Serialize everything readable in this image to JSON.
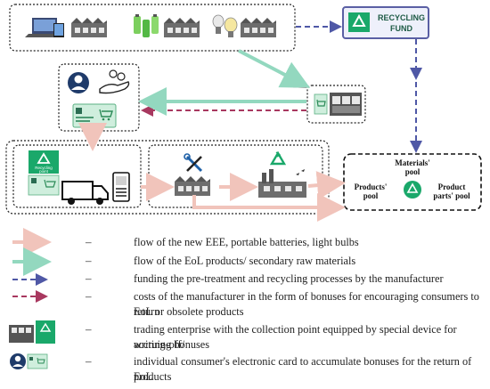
{
  "fund": {
    "line1": "RECYCLING",
    "line2": "FUND"
  },
  "collection_card": {
    "line1": "Recycling",
    "line2": "point"
  },
  "pools": {
    "materials_line1": "Materials'",
    "materials_line2": "pool",
    "products_line1": "Products'",
    "products_line2": "pool",
    "parts_line1": "Product",
    "parts_line2": "parts' pool"
  },
  "legend": {
    "dash": "–",
    "items": [
      {
        "line1": "flow of the new EEE, portable batteries, light bulbs",
        "line2": ""
      },
      {
        "line1": "flow of the EoL products/ secondary raw materials",
        "line2": ""
      },
      {
        "line1": "funding the pre-treatment and recycling processes by the manufacturer",
        "line2": ""
      },
      {
        "line1": "costs of the manufacturer in the form of bonuses for encouraging consumers to return",
        "line2": "EoL or obsolete products"
      },
      {
        "line1": "trading enterprise with the collection point equipped by special device for writing-off/",
        "line2": "accruing bonuses"
      },
      {
        "line1": "individual consumer's electronic card to accumulate bonuses for the return of EoL",
        "line2": "products"
      }
    ]
  },
  "colors": {
    "new_flow": "#f1c4bb",
    "eol_flow": "#93d8bf",
    "funding": "#4f58a6",
    "bonus": "#a8385f",
    "recycle_green": "#1aa86a"
  }
}
